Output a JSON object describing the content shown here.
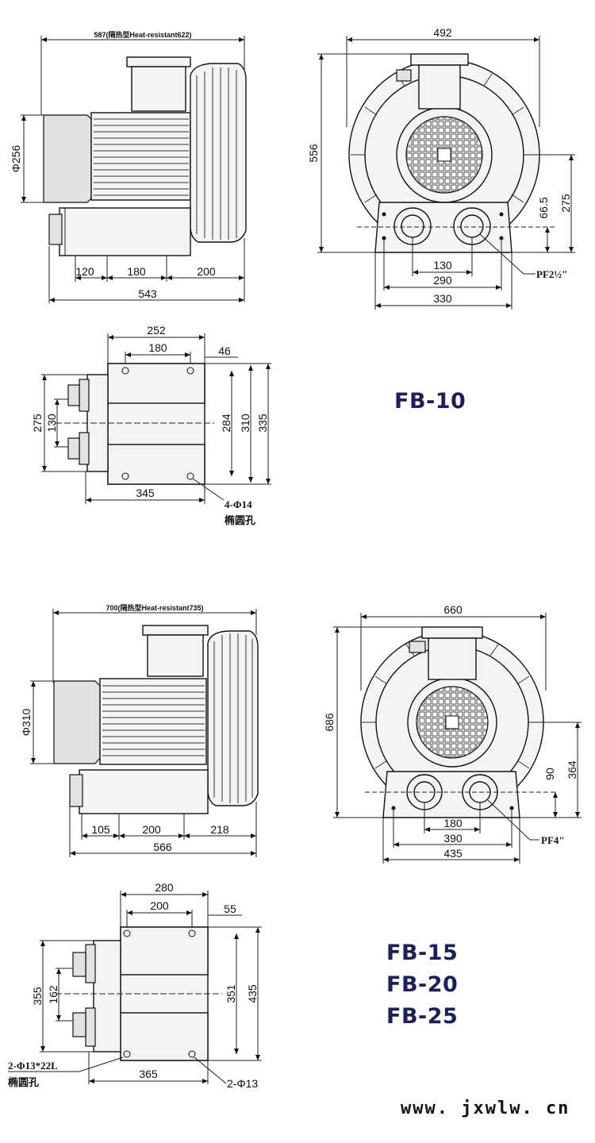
{
  "fb10": {
    "side": {
      "top": "587(隔热型Heat-resistant622)",
      "dia": "Φ256",
      "d120": "120",
      "d180": "180",
      "d200": "200",
      "d543": "543"
    },
    "front": {
      "w492": "492",
      "h556": "556",
      "h66": "66.5",
      "h275": "275",
      "w130": "130",
      "w290": "290",
      "w330": "330",
      "thread": "PF2½\""
    },
    "base": {
      "w252": "252",
      "w180": "180",
      "w46": "46",
      "h275": "275",
      "h130": "130",
      "h284": "284",
      "h310": "310",
      "h335": "335",
      "w345": "345",
      "holes": "4-Φ14",
      "holes_note": "椭圆孔"
    },
    "models": [
      "FB-10"
    ]
  },
  "fb15": {
    "side": {
      "top": "700(隔热型Heat-resistant735)",
      "dia": "Φ310",
      "d105": "105",
      "d200": "200",
      "d218": "218",
      "d566": "566"
    },
    "front": {
      "w660": "660",
      "h686": "686",
      "h90": "90",
      "h364": "364",
      "w180": "180",
      "w390": "390",
      "w435": "435",
      "thread": "PF4\""
    },
    "base": {
      "w280": "280",
      "w200": "200",
      "w55": "55",
      "h355": "355",
      "h162": "162",
      "h351": "351",
      "h435": "435",
      "w365": "365",
      "slot": "2-Φ13*22L",
      "slot_note": "椭圆孔",
      "holes": "2-Φ13"
    },
    "models": [
      "FB-15",
      "FB-20",
      "FB-25"
    ]
  },
  "site": "www. jxwlw. cn"
}
